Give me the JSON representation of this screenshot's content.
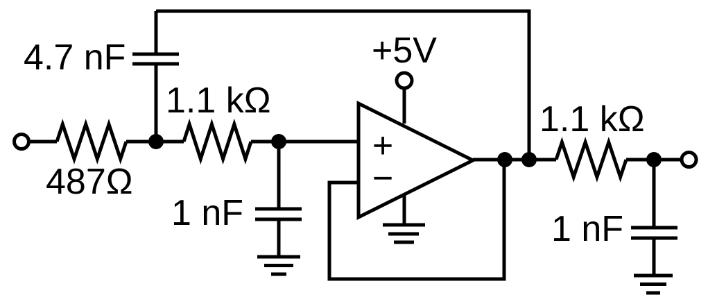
{
  "diagram_type": "circuit-schematic",
  "colors": {
    "line": "#000000",
    "background": "#ffffff"
  },
  "labels": {
    "feedback_capacitor": "4.7 nF",
    "input_resistor": "487Ω",
    "series_resistor": "1.1 kΩ",
    "input_shunt_capacitor": "1 nF",
    "supply": "+5V",
    "opamp_noninverting": "+",
    "opamp_inverting": "−",
    "output_resistor": "1.1 kΩ",
    "output_shunt_capacitor": "1 nF"
  }
}
